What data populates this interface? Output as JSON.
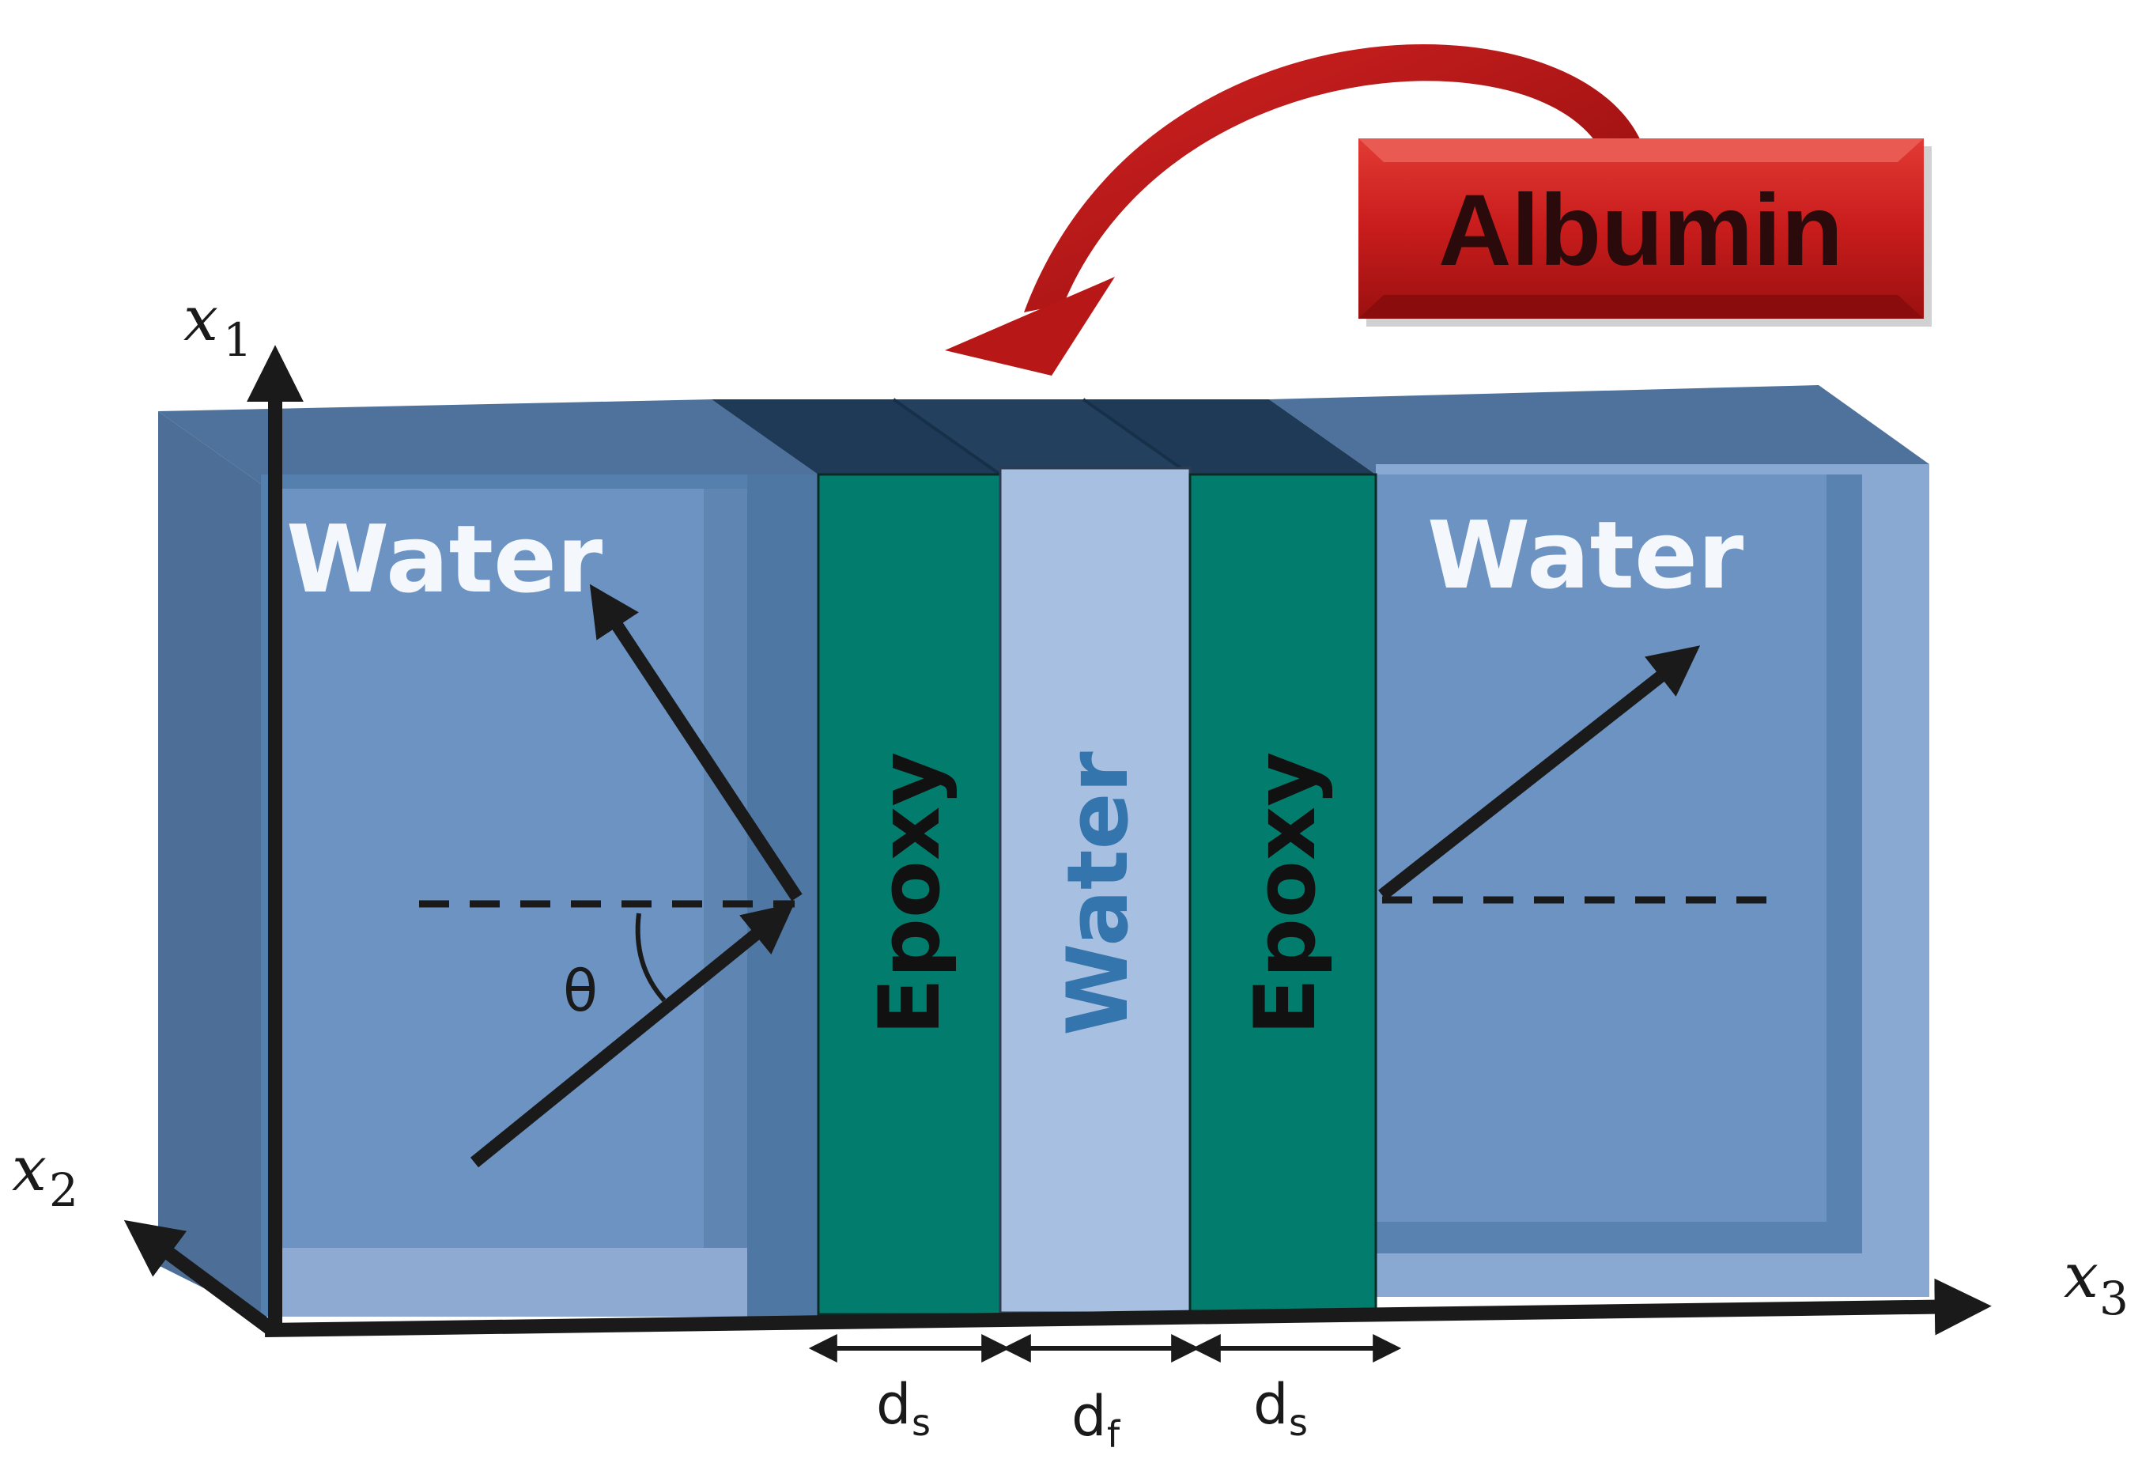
{
  "labels": {
    "water_left": "Water",
    "water_right": "Water",
    "water_center": "Water",
    "epoxy_left": "Epoxy",
    "epoxy_right": "Epoxy",
    "albumin": "Albumin",
    "theta": "θ",
    "axis_x1": "x",
    "axis_x1_sub": "1",
    "axis_x2": "x",
    "axis_x2_sub": "2",
    "axis_x3": "x",
    "axis_x3_sub": "3",
    "d_left": "d",
    "d_left_sub": "s",
    "d_center": "d",
    "d_center_sub": "f",
    "d_right": "d",
    "d_right_sub": "s"
  },
  "colors": {
    "water_tank": "#6d93c0",
    "water_tank_frame": "#4b6f98",
    "epoxy": "#027d6d",
    "water_core": "#a7bfe0",
    "water_core_text": "#3575ad",
    "albumin_box": "#cc1f1f",
    "arrow_red": "#b81717",
    "arrows": "#1a1a1a"
  }
}
